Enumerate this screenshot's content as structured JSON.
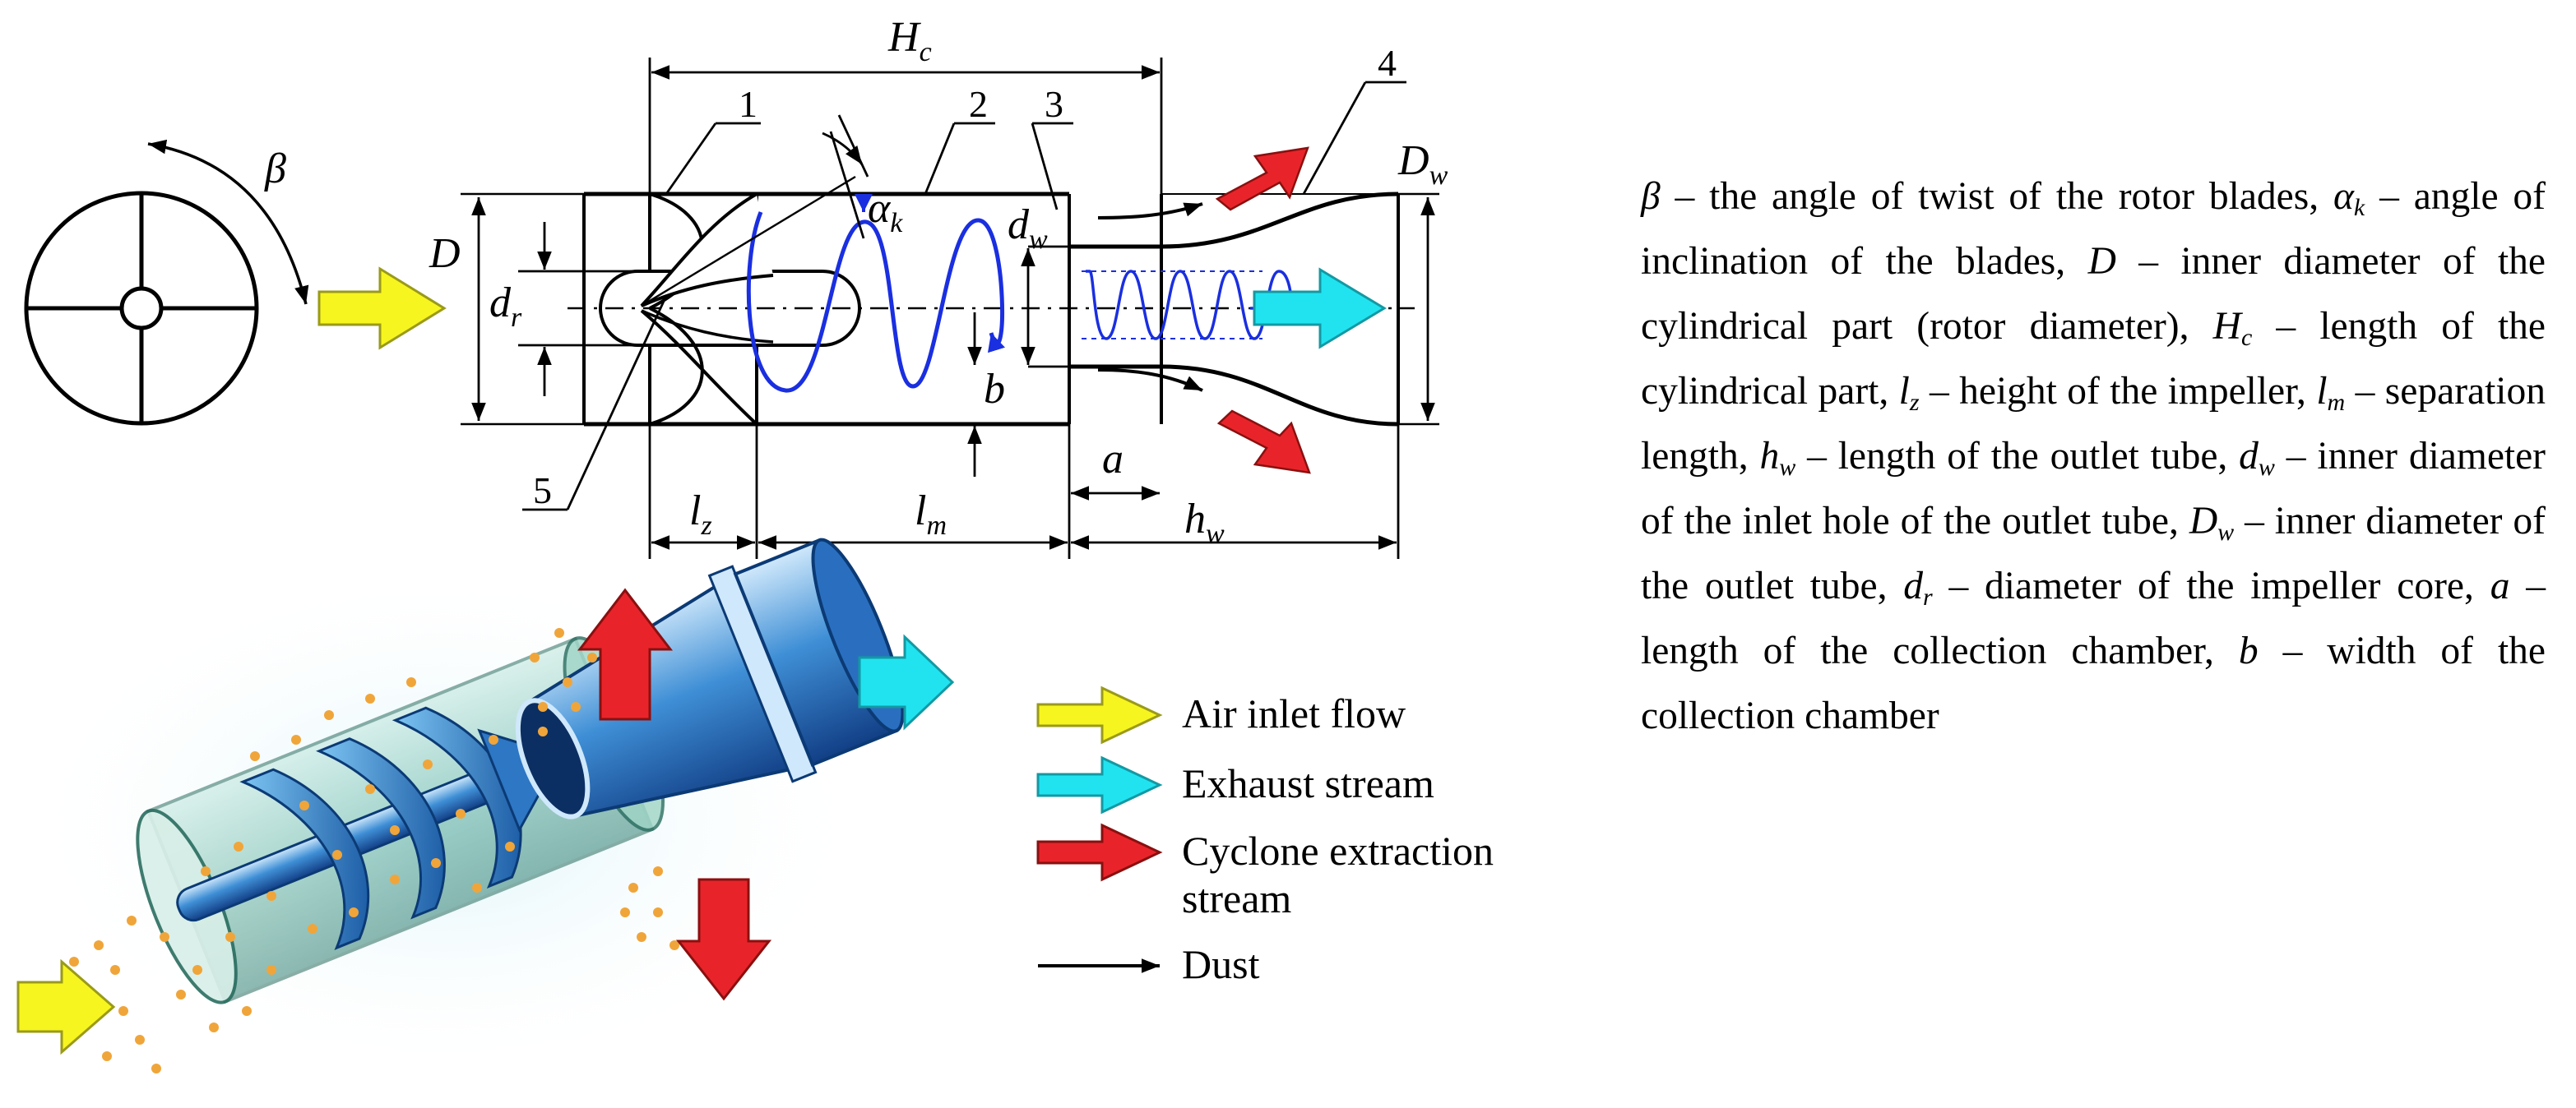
{
  "labels": {
    "beta": "β",
    "D": "D",
    "dr_main": "d",
    "dr_sub": "r",
    "Hc_main": "H",
    "Hc_sub": "c",
    "n1": "1",
    "n2": "2",
    "n3": "3",
    "n4": "4",
    "n5": "5",
    "ak_main": "α",
    "ak_sub": "k",
    "dw_main": "d",
    "dw_sub": "w",
    "Dw_main": "D",
    "Dw_sub": "w",
    "b": "b",
    "a": "a",
    "lz_main": "l",
    "lz_sub": "z",
    "lm_main": "l",
    "lm_sub": "m",
    "hw_main": "h",
    "hw_sub": "w"
  },
  "legend": {
    "air_inlet": "Air inlet flow",
    "exhaust": "Exhaust stream",
    "cyclone_line1": "Cyclone extraction",
    "cyclone_line2": "stream",
    "dust": "Dust"
  },
  "colors": {
    "air_inlet": "#f7f51f",
    "exhaust": "#21e3f0",
    "cyclone": "#e8242a",
    "dust": "#000000",
    "spiral": "#1a2fe0",
    "particles": "#f0a53a"
  },
  "description": {
    "p01": " – the angle of twist of the rotor blades, ",
    "p02": " – angle of inclination of the blades, ",
    "p03": " – inner diameter of the cylindrical part (rotor diameter), ",
    "p04": " – length of the cylindrical part, ",
    "p05": " – height of the impeller, ",
    "p06": " – separation length, ",
    "p07": " – length of the outlet tube, ",
    "p08": " – inner diameter of the inlet hole of the outlet tube, ",
    "p09": " – inner diameter of the outlet tube, ",
    "p10": " – diameter of the impeller core, ",
    "p11": " – length of the collection chamber, ",
    "p12": " – width of the collection chamber"
  }
}
